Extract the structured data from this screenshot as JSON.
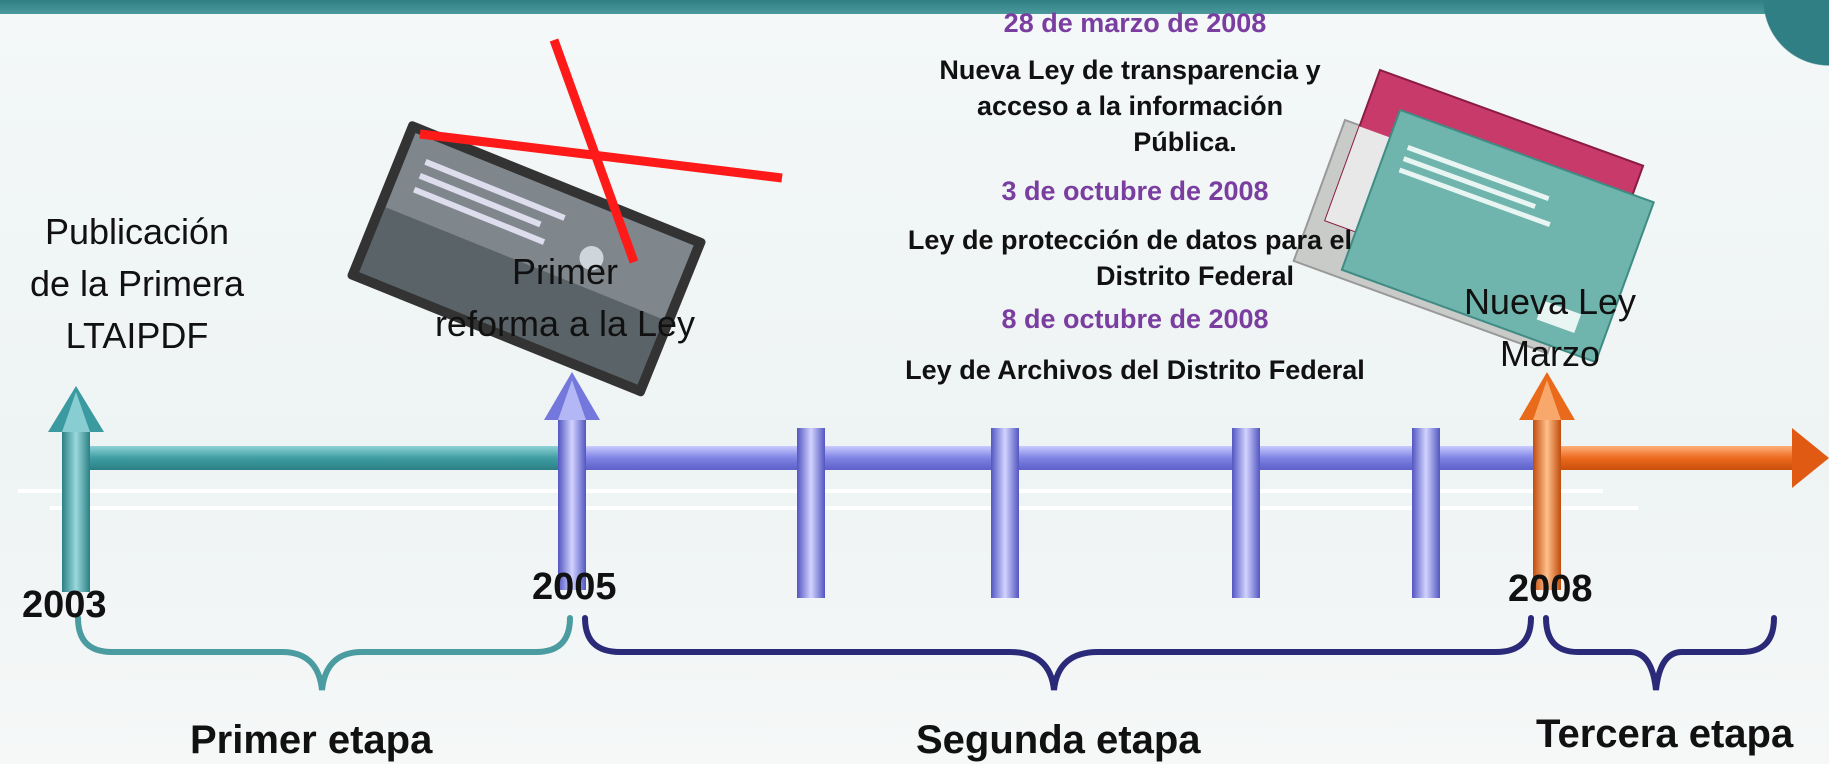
{
  "milestones": {
    "publication": [
      "Publicación",
      "de la Primera",
      "LTAIPDF"
    ],
    "reform": [
      "Primer",
      "reforma a la Ley"
    ],
    "new_law": [
      "Nueva Ley",
      "Marzo"
    ]
  },
  "years": {
    "y2003": "2003",
    "y2005": "2005",
    "y2008": "2008"
  },
  "events": [
    {
      "date": "28 de marzo de 2008",
      "law": [
        "Nueva Ley de transparencia y",
        "acceso a la información",
        "Pública."
      ]
    },
    {
      "date": "3 de octubre de 2008",
      "law": [
        "Ley de protección de datos para el",
        "Distrito Federal"
      ]
    },
    {
      "date": "8 de octubre de 2008",
      "law": [
        "Ley de Archivos del Distrito Federal"
      ]
    }
  ],
  "stages": {
    "first": "Primer etapa",
    "second": "Segunda etapa",
    "third": "Tercera etapa"
  },
  "colors": {
    "teal": "#4aa3a8",
    "violet": "#7b7fd9",
    "orange": "#e8661a",
    "date_purple": "#7a3da0",
    "brace_teal": "#4a9ca0",
    "brace_navy": "#2b2a78"
  }
}
